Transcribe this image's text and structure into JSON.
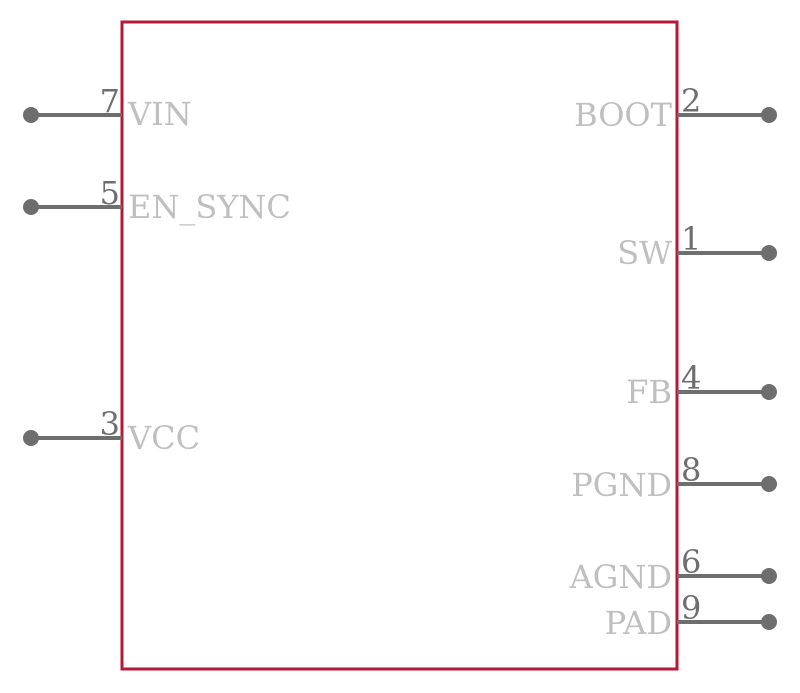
{
  "colors": {
    "body_outline": "#b5183a",
    "pin_line": "#6e6e6e",
    "pin_name_text": "#bfbfbf",
    "pin_number_text": "#6e6e6e",
    "background": "#ffffff"
  },
  "pins_left": [
    {
      "number": "7",
      "name": "VIN"
    },
    {
      "number": "5",
      "name": "EN_SYNC"
    },
    {
      "number": "3",
      "name": "VCC"
    }
  ],
  "pins_right": [
    {
      "number": "2",
      "name": "BOOT"
    },
    {
      "number": "1",
      "name": "SW"
    },
    {
      "number": "4",
      "name": "FB"
    },
    {
      "number": "8",
      "name": "PGND"
    },
    {
      "number": "6",
      "name": "AGND"
    },
    {
      "number": "9",
      "name": "PAD"
    }
  ]
}
